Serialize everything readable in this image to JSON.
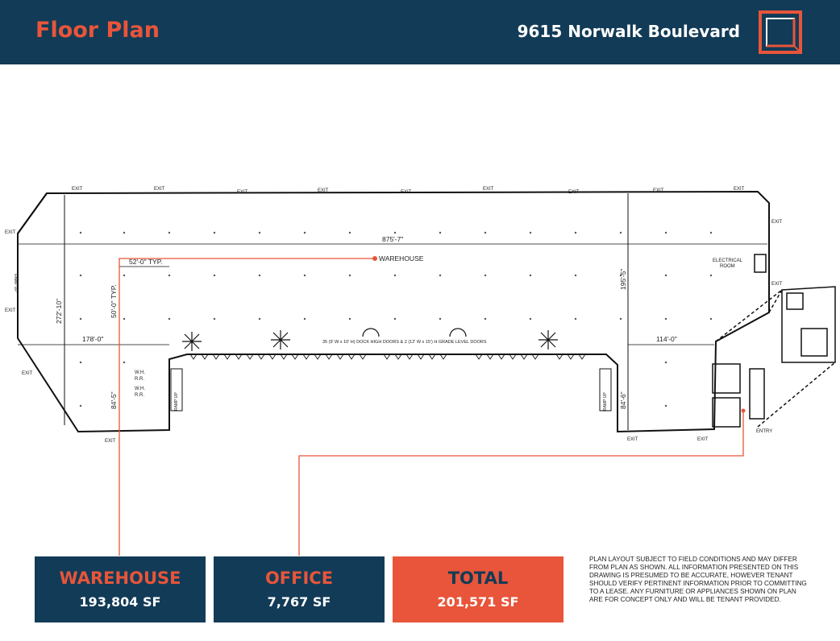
{
  "header": {
    "title": "Floor Plan",
    "address": "9615 Norwalk Boulevard"
  },
  "plan": {
    "exit_label": "EXIT",
    "entry_label": "ENTRY",
    "warehouse_callout": "WAREHOUSE",
    "electrical_room_line1": "ELECTRICAL",
    "electrical_room_line2": "ROOM",
    "ramp_up": "RAMP UP",
    "wh_rr_1_line1": "W.H.",
    "wh_rr_1_line2": "R.R.",
    "wh_rr_2_line1": "W.H.",
    "wh_rr_2_line2": "R.R.",
    "doors_note": "35 (9' W x 10' H) DOCK HIGH DOORS & 2 (12' W x 15') H GRADE LEVEL DOORS",
    "dimensions": {
      "overall_length": "875'-7\"",
      "bay_width": "52'-0\" TYP.",
      "bay_depth": "50'-0\" TYP.",
      "left_depth": "272'-10\"",
      "right_depth": "195'-5\"",
      "left_offset": "178'-0\"",
      "right_offset": "114'-0\"",
      "left_dock_depth": "84'-5\"",
      "right_dock_depth": "84'-6\""
    }
  },
  "summary": [
    {
      "label": "WAREHOUSE",
      "value": "193,804 SF"
    },
    {
      "label": "OFFICE",
      "value": "7,767 SF"
    },
    {
      "label": "TOTAL",
      "value": "201,571 SF"
    }
  ],
  "disclaimer": "PLAN LAYOUT SUBJECT TO FIELD CONDITIONS AND MAY DIFFER FROM PLAN AS SHOWN. ALL INFORMATION PRESENTED ON THIS DRAWING IS PRESUMED TO BE ACCURATE, HOWEVER TENANT SHOULD VERIFY PERTINENT INFORMATION PRIOR TO COMMITTING TO A LEASE. ANY FURNITURE OR APPLIANCES SHOWN ON PLAN ARE FOR CONCEPT ONLY AND WILL BE TENANT PROVIDED.",
  "colors": {
    "navy": "#123b57",
    "accent": "#e8553a"
  }
}
